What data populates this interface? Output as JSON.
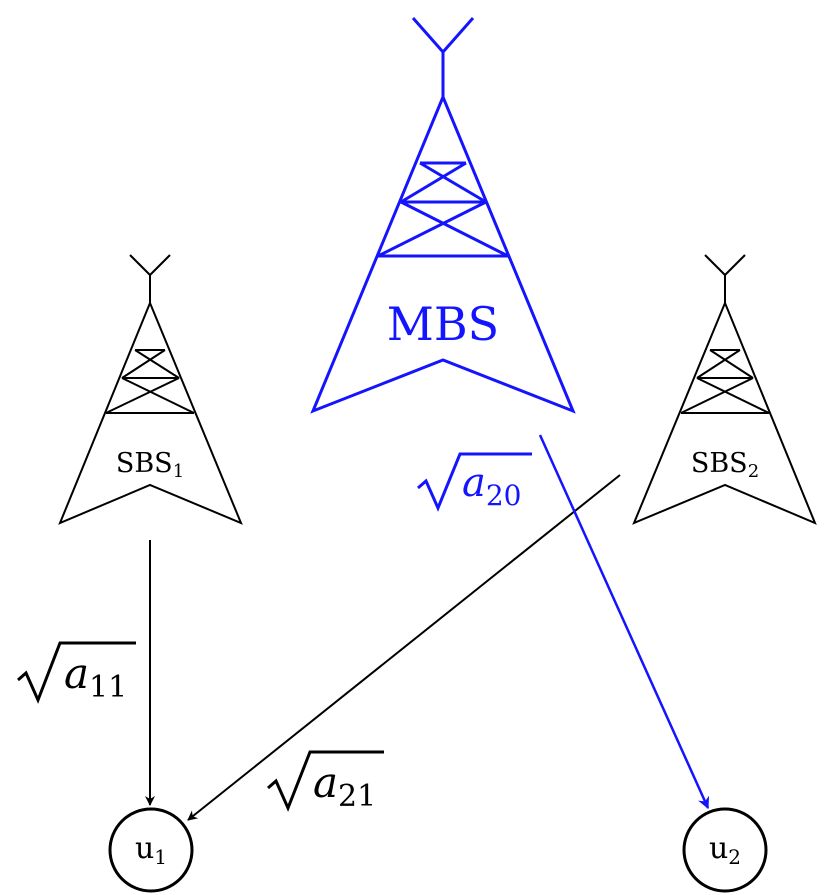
{
  "colors": {
    "ink": "#000000",
    "macro": "#1414ff"
  },
  "icons": {
    "tower": "antenna-tower-icon",
    "user": "user-node-icon",
    "link": "arrow-icon",
    "radical": "square-root-icon"
  },
  "towers": {
    "mbs": {
      "label": "MBS"
    },
    "sbs1": {
      "label": "SBS",
      "sub": "1"
    },
    "sbs2": {
      "label": "SBS",
      "sub": "2"
    }
  },
  "users": {
    "u1": {
      "label": "u",
      "sub": "1"
    },
    "u2": {
      "label": "u",
      "sub": "2"
    }
  },
  "links": {
    "a11": {
      "symbol": "a",
      "sub": "11"
    },
    "a21": {
      "symbol": "a",
      "sub": "21"
    },
    "a20": {
      "symbol": "a",
      "sub": "20"
    }
  }
}
